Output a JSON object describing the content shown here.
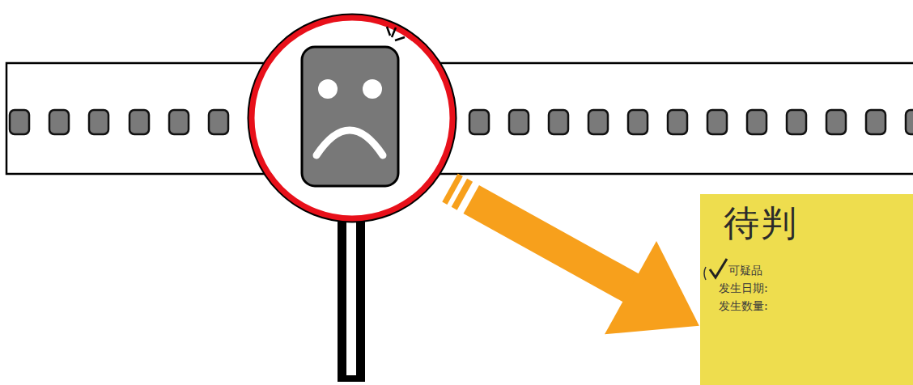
{
  "diagram": {
    "nodes": [
      {
        "text": [
          "待判",
          "可疑品",
          "发生日期:",
          "发生数量:"
        ]
      }
    ]
  }
}
